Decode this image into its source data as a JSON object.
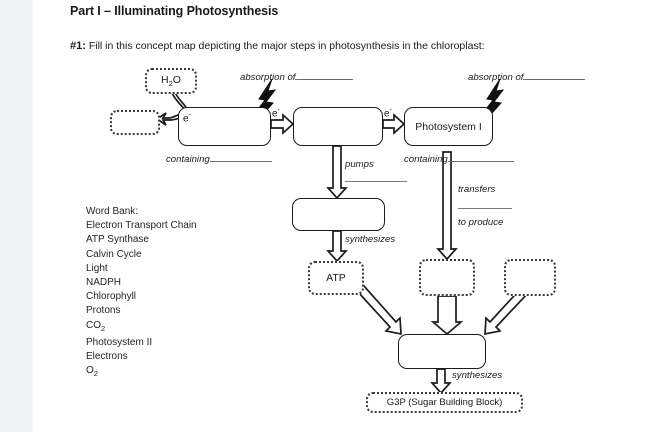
{
  "document": {
    "part_title": "Part I – Illuminating Photosynthesis",
    "question_number": "#1:",
    "question_text": " Fill in this concept map depicting the major steps in photosynthesis in the chloroplast:"
  },
  "word_bank": {
    "heading": "Word Bank:",
    "items": [
      "Electron Transport Chain",
      "ATP Synthase",
      "Calvin Cycle",
      "Light",
      "NADPH",
      "Chlorophyll",
      "Protons",
      "CO",
      "Photosystem II",
      "Electrons",
      "O"
    ],
    "co2_label": "CO",
    "co2_sub": "2",
    "o2_label": "O",
    "o2_sub": "2"
  },
  "diagram": {
    "nodes": {
      "water": {
        "label": "H",
        "sub": "2",
        "label_tail": "O",
        "style": "dotted"
      },
      "oxygen_blank": {
        "label": "",
        "style": "dotted"
      },
      "photosystem_two_blank": {
        "label": "",
        "style": "solid"
      },
      "etc_blank": {
        "label": "",
        "style": "solid"
      },
      "photosystem_one": {
        "label": "Photosystem I",
        "style": "solid"
      },
      "atp_synthase_blank": {
        "label": "",
        "style": "solid"
      },
      "atp": {
        "label": "ATP",
        "style": "dotted"
      },
      "nadph_blank": {
        "label": "",
        "style": "dotted"
      },
      "co2_blank": {
        "label": "",
        "style": "dotted"
      },
      "calvin_cycle_blank": {
        "label": "",
        "style": "solid"
      },
      "g3p": {
        "label": "G3P (Sugar Building Block)",
        "style": "dotted"
      }
    },
    "labels": {
      "absorption_left": "absorption of",
      "absorption_right": "absorption of",
      "containing_left": "containing",
      "containing_right": "containing",
      "pumps": "pumps",
      "synthesizes_atp": "synthesizes",
      "transfers": "transfers",
      "to_produce": "to produce",
      "synthesizes_g3p": "synthesizes",
      "electron_1": "e",
      "electron_2": "e",
      "electron_3": "e",
      "electron_superscript": "-"
    }
  },
  "colors": {
    "page_background": "#ffffff",
    "margin_background": "#f1f2f4",
    "ink": "#1a1a1a",
    "blank_rule": "#6b6b6b",
    "dotted_border": "#3a3a3a"
  }
}
